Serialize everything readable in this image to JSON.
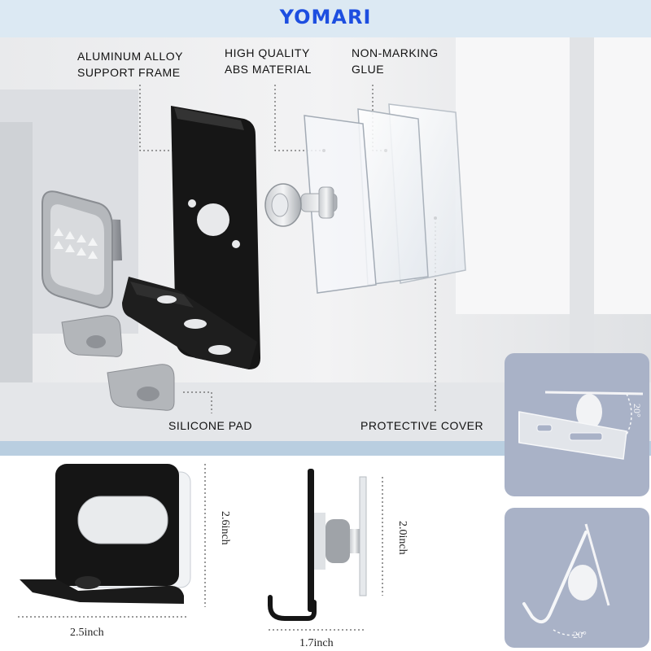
{
  "brand": {
    "name": "YOMARI",
    "color": "#1d4ee0"
  },
  "labels": {
    "aluminum": [
      "ALUMINUM ALLOY",
      "SUPPORT FRAME"
    ],
    "abs": [
      "HIGH QUALITY",
      "ABS MATERIAL"
    ],
    "glue": [
      "NON-MARKING",
      "GLUE"
    ],
    "silicone": "SILICONE PAD",
    "cover": "PROTECTIVE COVER"
  },
  "dimensions": {
    "front_height": "2.6inch",
    "front_width": "2.5inch",
    "side_height": "2.0inch",
    "side_width": "1.7inch"
  },
  "angles": {
    "top": "20°",
    "bottom": "20°"
  },
  "colors": {
    "frame": "#161616",
    "pad": "#b9bcbf",
    "card": "#a9b2c7",
    "divider": "#b9cee0"
  }
}
